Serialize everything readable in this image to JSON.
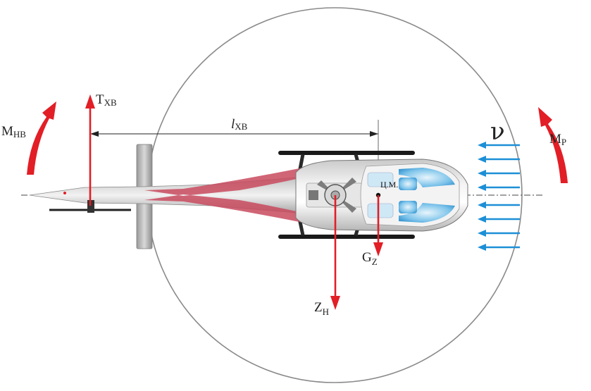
{
  "labels": {
    "tail_thrust": {
      "main": "T",
      "sub": "ХВ"
    },
    "main_rotor_moment": {
      "main": "M",
      "sub": "НВ"
    },
    "tail_arm": {
      "main": "l",
      "sub": "ХВ"
    },
    "reactive_moment": {
      "main": "M",
      "sub": "Р"
    },
    "velocity": "ν",
    "center_of_mass": "Ц.М.",
    "weight_component": {
      "main": "G",
      "sub": "Z"
    },
    "main_rotor_side_force": {
      "main": "Z",
      "sub": "Н"
    }
  },
  "colors": {
    "force_arrow": "#e21e26",
    "flow_arrow": "#1d8fd6",
    "rotor_disk": "#8a8a8a",
    "fuselage_stripe": "#c84a5e",
    "canopy": "#4ea8dd"
  }
}
